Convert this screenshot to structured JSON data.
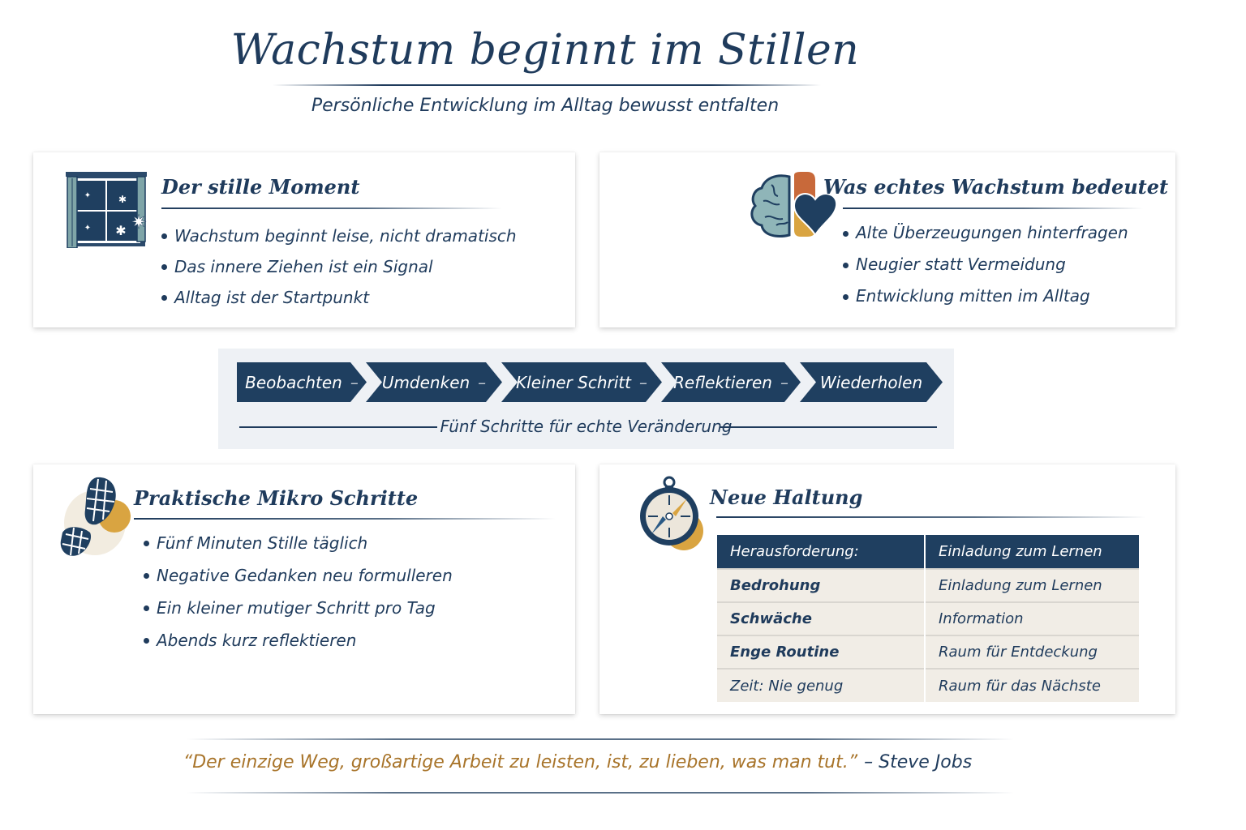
{
  "header": {
    "title": "Wachstum beginnt im Stillen",
    "subtitle": "Persönliche Entwicklung im Alltag bewusst entfalten"
  },
  "cards": {
    "stiller_moment": {
      "icon": "window-icon",
      "heading": "Der stille Moment",
      "bullets": [
        "Wachstum beginnt leise, nicht dramatisch",
        "Das innere Ziehen ist ein Signal",
        "Alltag ist der Startpunkt"
      ]
    },
    "echtes_wachstum": {
      "icon": "brain-heart-icon",
      "heading": "Was echtes Wachstum bedeutet",
      "bullets": [
        "Alte Überzeugungen hinterfragen",
        "Neugier statt Vermeidung",
        "Entwicklung mitten im Alltag"
      ]
    },
    "mikro_schritte": {
      "icon": "footprint-icon",
      "heading": "Praktische Mikro Schritte",
      "bullets": [
        "Fünf Minuten Stille täglich",
        "Negative Gedanken neu formulleren",
        "Ein kleiner mutiger Schritt pro Tag",
        "Abends kurz reflektieren"
      ]
    },
    "neue_haltung": {
      "icon": "compass-icon",
      "heading": "Neue Haltung",
      "table": {
        "headers": [
          "Herausforderung:",
          "Einladung zum Lernen"
        ],
        "rows": [
          [
            "Bedrohung",
            "Einladung zum Lernen"
          ],
          [
            "Schwäche",
            "Information"
          ],
          [
            "Enge Routine",
            "Raum für Entdeckung"
          ],
          [
            "Zeit: Nie genug",
            "Raum für das Nächste"
          ]
        ]
      }
    }
  },
  "steps": {
    "items": [
      "Beobachten",
      "Umdenken",
      "Kleiner Schritt",
      "Reflektieren",
      "Wiederholen"
    ],
    "connector": "–",
    "caption": "Fünf Schritte für echte Veränderung"
  },
  "quote": {
    "text": "“Der einzige Weg, großartige Arbeit zu leisten, ist, zu lieben, was man tut.”",
    "author": "– Steve Jobs"
  },
  "colors": {
    "navy": "#1f3b5c",
    "chevron": "#1f3f60",
    "gold": "#a8742a",
    "accent_gold": "#d9a441",
    "accent_orange": "#c8693a",
    "teal": "#8fb5b8",
    "table_row": "#f1ede6",
    "band_bg": "#eef1f5"
  }
}
